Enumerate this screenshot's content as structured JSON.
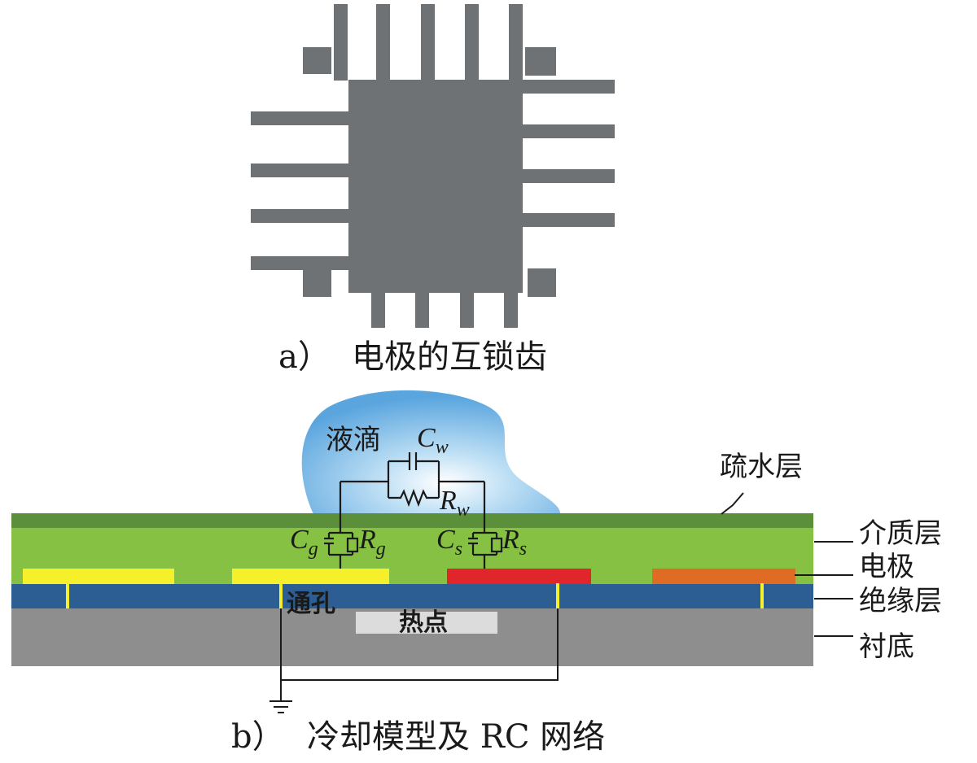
{
  "colors": {
    "electrode_gray": "#6e7275",
    "hydrophobic": "#5b8f3a",
    "dielectric": "#86c143",
    "electrode_yellow": "#f5f02a",
    "electrode_red": "#e0262a",
    "electrode_orange": "#e06b25",
    "insulation": "#2c5e93",
    "substrate": "#8e8e8e",
    "hotspot": "#dcdcdc",
    "droplet": "#5aa5de"
  },
  "panel_a": {
    "caption_letter": "a）",
    "caption_text": "电极的互锁齿"
  },
  "panel_b": {
    "caption_letter": "b）",
    "caption_text": "冷却模型及 RC 网络",
    "droplet_label": "液滴",
    "via_label": "通孔",
    "hotspot_label": "热点",
    "layers": {
      "hydrophobic": "疏水层",
      "dielectric": "介质层",
      "electrode": "电极",
      "insulation": "绝缘层",
      "substrate": "衬底"
    },
    "circuit": {
      "cw": "C",
      "cw_sub": "w",
      "rw": "R",
      "rw_sub": "w",
      "cg": "C",
      "cg_sub": "g",
      "rg": "R",
      "rg_sub": "g",
      "cs": "C",
      "cs_sub": "s",
      "rs": "R",
      "rs_sub": "s"
    }
  }
}
